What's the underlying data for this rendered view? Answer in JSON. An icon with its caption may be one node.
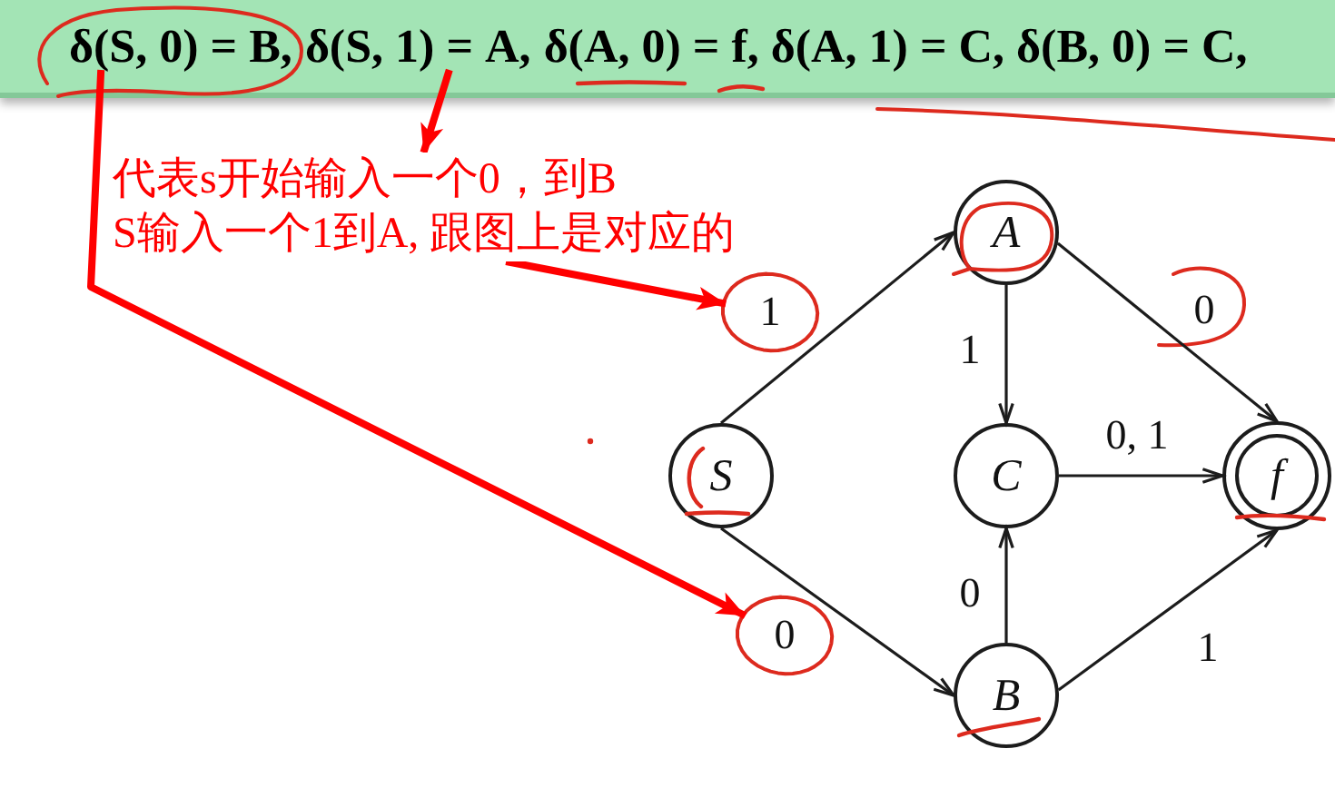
{
  "diagram": {
    "nodes": [
      {
        "text": [
          "δ(A, 0) = f, δ(A, 1) = C, δ(B, 0) = C,"
        ]
      },
      {
        "text": [
          "δ(S, 0) = B,"
        ],
        "in": 0
      },
      {
        "text": [
          "δ(S, 1) = A,"
        ],
        "in": 0
      },
      {
        "text": [
          "代表s开始输入一个0，到B",
          "S输入一个1到A, 跟图上是对应的"
        ]
      },
      {
        "text": [
          "A"
        ]
      },
      {
        "text": [],
        "shape": "circle"
      },
      {
        "text": [
          "S"
        ]
      },
      {
        "text": [
          "C"
        ]
      },
      {
        "text": [
          "f"
        ]
      },
      {
        "text": [],
        "shape": "circle"
      },
      {
        "text": [
          "B"
        ]
      }
    ],
    "edges": [
      {
        "from": 6,
        "to": 4,
        "arrow": "to",
        "label": "1"
      },
      {
        "from": 6,
        "to": 10,
        "arrow": "to",
        "label": "0"
      },
      {
        "from": 4,
        "to": 7,
        "arrow": "to",
        "label": "1"
      },
      {
        "from": 4,
        "to": 8,
        "arrow": "to",
        "label": "0"
      },
      {
        "from": 7,
        "to": 8,
        "arrow": "to",
        "label": "0, 1"
      },
      {
        "from": 10,
        "to": 7,
        "arrow": "to",
        "label": "0"
      },
      {
        "from": 10,
        "to": 8,
        "arrow": "to",
        "label": "1"
      },
      {
        "from": 1,
        "to": 9,
        "arrow": "to",
        "style": "thick",
        "color": "#ff0000"
      },
      {
        "from": 2,
        "to": 3,
        "arrow": "to",
        "style": "thick",
        "color": "#ff0000"
      },
      {
        "from": 3,
        "to": 5,
        "arrow": "to",
        "style": "thick",
        "color": "#ff0000"
      }
    ]
  }
}
